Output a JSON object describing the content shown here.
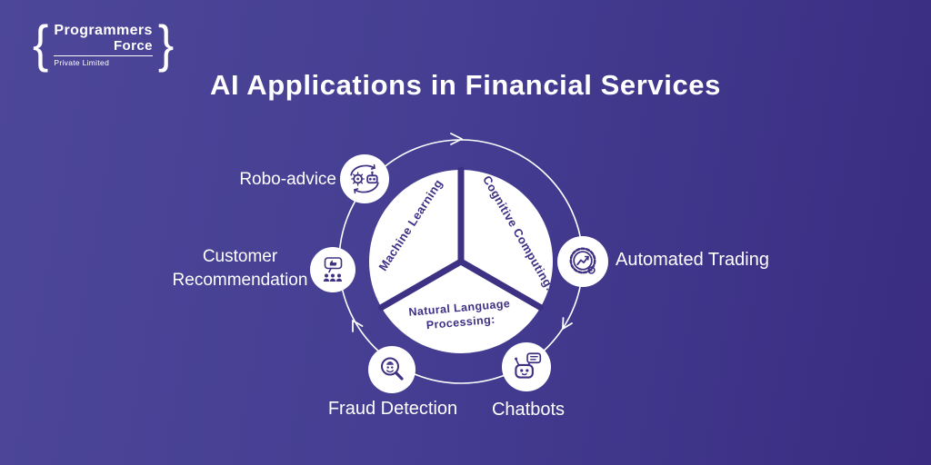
{
  "logo": {
    "brace_left": "{",
    "brace_right": "}",
    "line1": "Programmers",
    "line2": "Force",
    "line3": "Private Limited"
  },
  "title": "AI Applications in Financial Services",
  "diagram": {
    "segments": [
      {
        "label": "Machine Learning"
      },
      {
        "label": "Cognitive Computing:"
      },
      {
        "label": "Natural Language",
        "label2": "Processing:"
      }
    ],
    "applications": [
      {
        "label": "Robo-advice",
        "icon": "robo-advice-cycle-icon"
      },
      {
        "label": "Customer",
        "label2": "Recommendation",
        "icon": "customer-recommendation-icon"
      },
      {
        "label": "Automated Trading",
        "icon": "automated-trading-icon"
      },
      {
        "label": "Fraud Detection",
        "icon": "fraud-detection-icon"
      },
      {
        "label": "Chatbots",
        "icon": "chatbot-icon"
      }
    ],
    "colors": {
      "background_left": "#4d4799",
      "background_right": "#392c81",
      "circle_fill": "#ffffff",
      "divider": "#3d3184",
      "segment_text": "#3d3184",
      "ring": "#ffffff",
      "label_text": "#ffffff"
    }
  }
}
